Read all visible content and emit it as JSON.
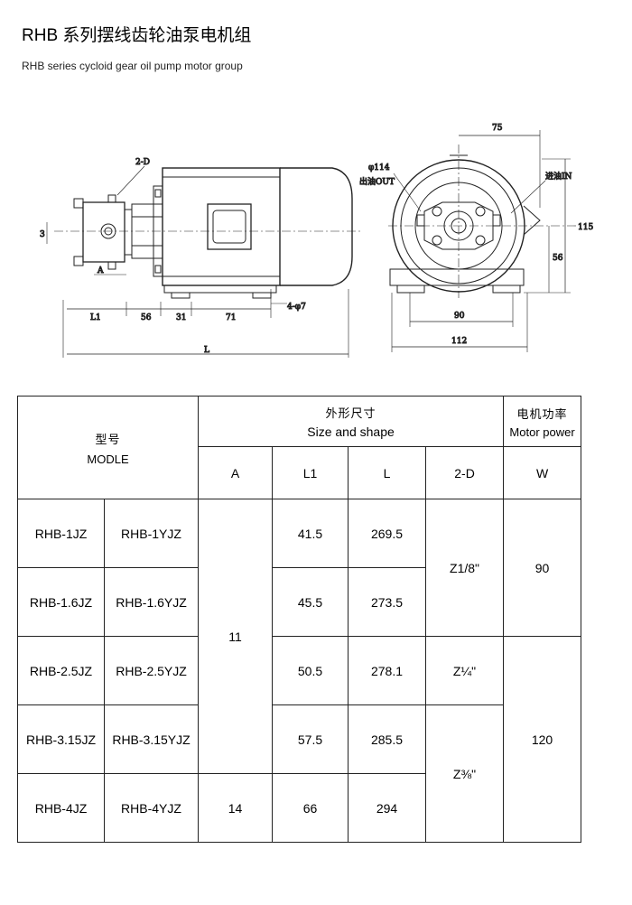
{
  "header": {
    "title_cn": "RHB 系列摆线齿轮油泵电机组",
    "title_en": "RHB series cycloid gear oil pump motor group"
  },
  "drawing": {
    "labels": {
      "two_d": "2-D",
      "a": "A",
      "three": "3",
      "l1": "L1",
      "d56": "56",
      "d31": "31",
      "d71": "71",
      "four_phi7": "4-φ7",
      "l": "L",
      "d75": "75",
      "phi114": "φ114",
      "outlet": "出油OUT",
      "inlet": "进油IN",
      "d115": "115",
      "d56_right": "56",
      "d90": "90",
      "d112": "112"
    }
  },
  "table": {
    "model_cn": "型号",
    "model_en": "MODLE",
    "size_cn": "外形尺寸",
    "size_en": "Size and shape",
    "power_cn": "电机功率",
    "power_en": "Motor power",
    "columns": {
      "a": "A",
      "l1": "L1",
      "l": "L",
      "d": "2-D",
      "w": "W"
    },
    "rows": [
      {
        "m1": "RHB-1JZ",
        "m2": "RHB-1YJZ",
        "l1": "41.5",
        "l": "269.5"
      },
      {
        "m1": "RHB-1.6JZ",
        "m2": "RHB-1.6YJZ",
        "l1": "45.5",
        "l": "273.5"
      },
      {
        "m1": "RHB-2.5JZ",
        "m2": "RHB-2.5YJZ",
        "l1": "50.5",
        "l": "278.1"
      },
      {
        "m1": "RHB-3.15JZ",
        "m2": "RHB-3.15YJZ",
        "l1": "57.5",
        "l": "285.5"
      },
      {
        "m1": "RHB-4JZ",
        "m2": "RHB-4YJZ",
        "l1": "66",
        "l": "294"
      }
    ],
    "a_group1": "11",
    "a_group2": "14",
    "d_group1": "Z1/8\"",
    "d_group2": "Z¼\"",
    "d_group3": "Z⅜\"",
    "w_group1": "90",
    "w_group2": "120"
  }
}
